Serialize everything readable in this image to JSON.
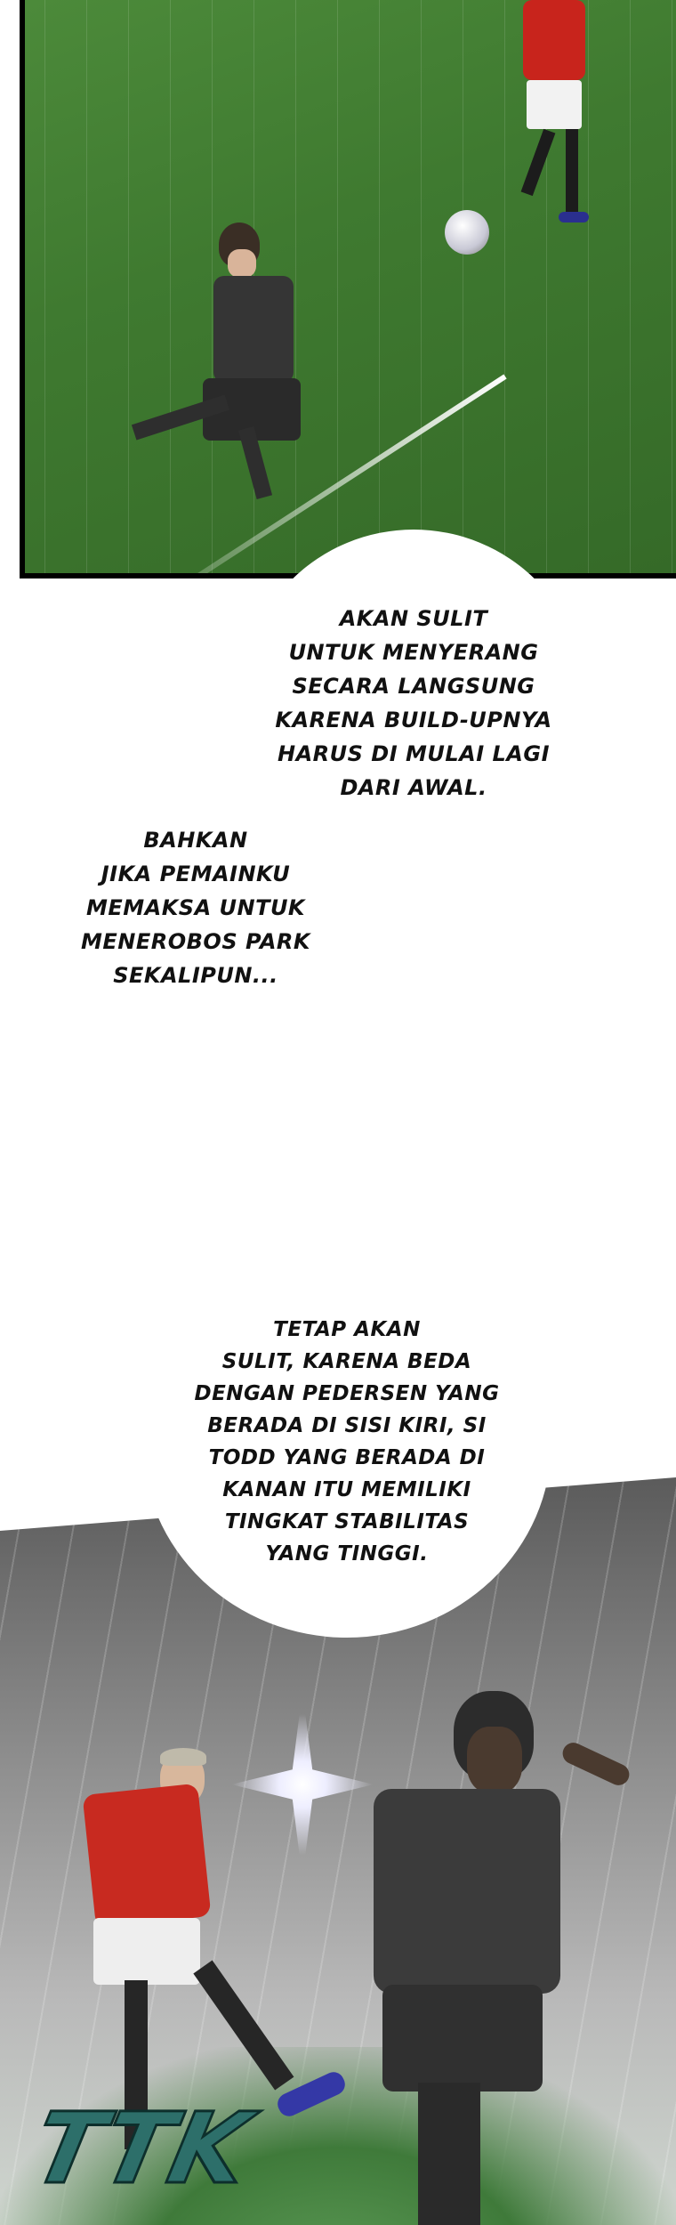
{
  "panels": [
    {
      "id": "panel-1",
      "scene": "rainy green football pitch; player in dark kit #11 sprints while player in red kit kicks ball",
      "colors": {
        "pitch": "#3f7a30",
        "border": "#000000"
      }
    },
    {
      "id": "panel-2",
      "scene": "gray rainy sky; player in red kit kicks, player in dark kit with headgear runs; impact sparkle",
      "colors": {
        "sky": "#8a8a8a",
        "grass": "#3f7a3a"
      },
      "sfx": "TTK"
    }
  ],
  "bubbles": [
    {
      "id": "bubble-1",
      "type": "thought-burst",
      "text": "AKAN SULIT\nUNTUK MENYERANG\nSECARA LANGSUNG\nKARENA BUILD-UPNYA\nHARUS DI MULAI LAGI\nDARI AWAL."
    },
    {
      "id": "bubble-2",
      "type": "thought-burst",
      "text": "BAHKAN\nJIKA PEMAINKU\nMEMAKSA UNTUK\nMENEROBOS PARK\nSEKALIPUN..."
    },
    {
      "id": "bubble-3",
      "type": "thought-burst",
      "text": "TETAP AKAN\nSULIT, KARENA BEDA\nDENGAN PEDERSEN YANG\nBERADA DI SISI KIRI, SI\nTODD YANG BERADA DI\nKANAN ITU MEMILIKI\nTINGKAT STABILITAS\nYANG TINGGI."
    }
  ]
}
